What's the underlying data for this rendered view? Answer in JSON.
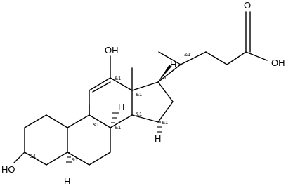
{
  "molecule": {
    "atoms": {
      "hydroxyl_3": "HO",
      "hydroxyl_12": "OH",
      "acid_hydroxyl": "OH",
      "carbonyl_oxygen": "O",
      "hydrogen_5": "H",
      "hydrogen_8": "H",
      "hydrogen_14": "H",
      "hydrogen_17": "H"
    },
    "stereo_markers": [
      "&1",
      "&1",
      "&1",
      "&1",
      "&1",
      "&1",
      "&1",
      "&1",
      "&1",
      "&1"
    ]
  }
}
